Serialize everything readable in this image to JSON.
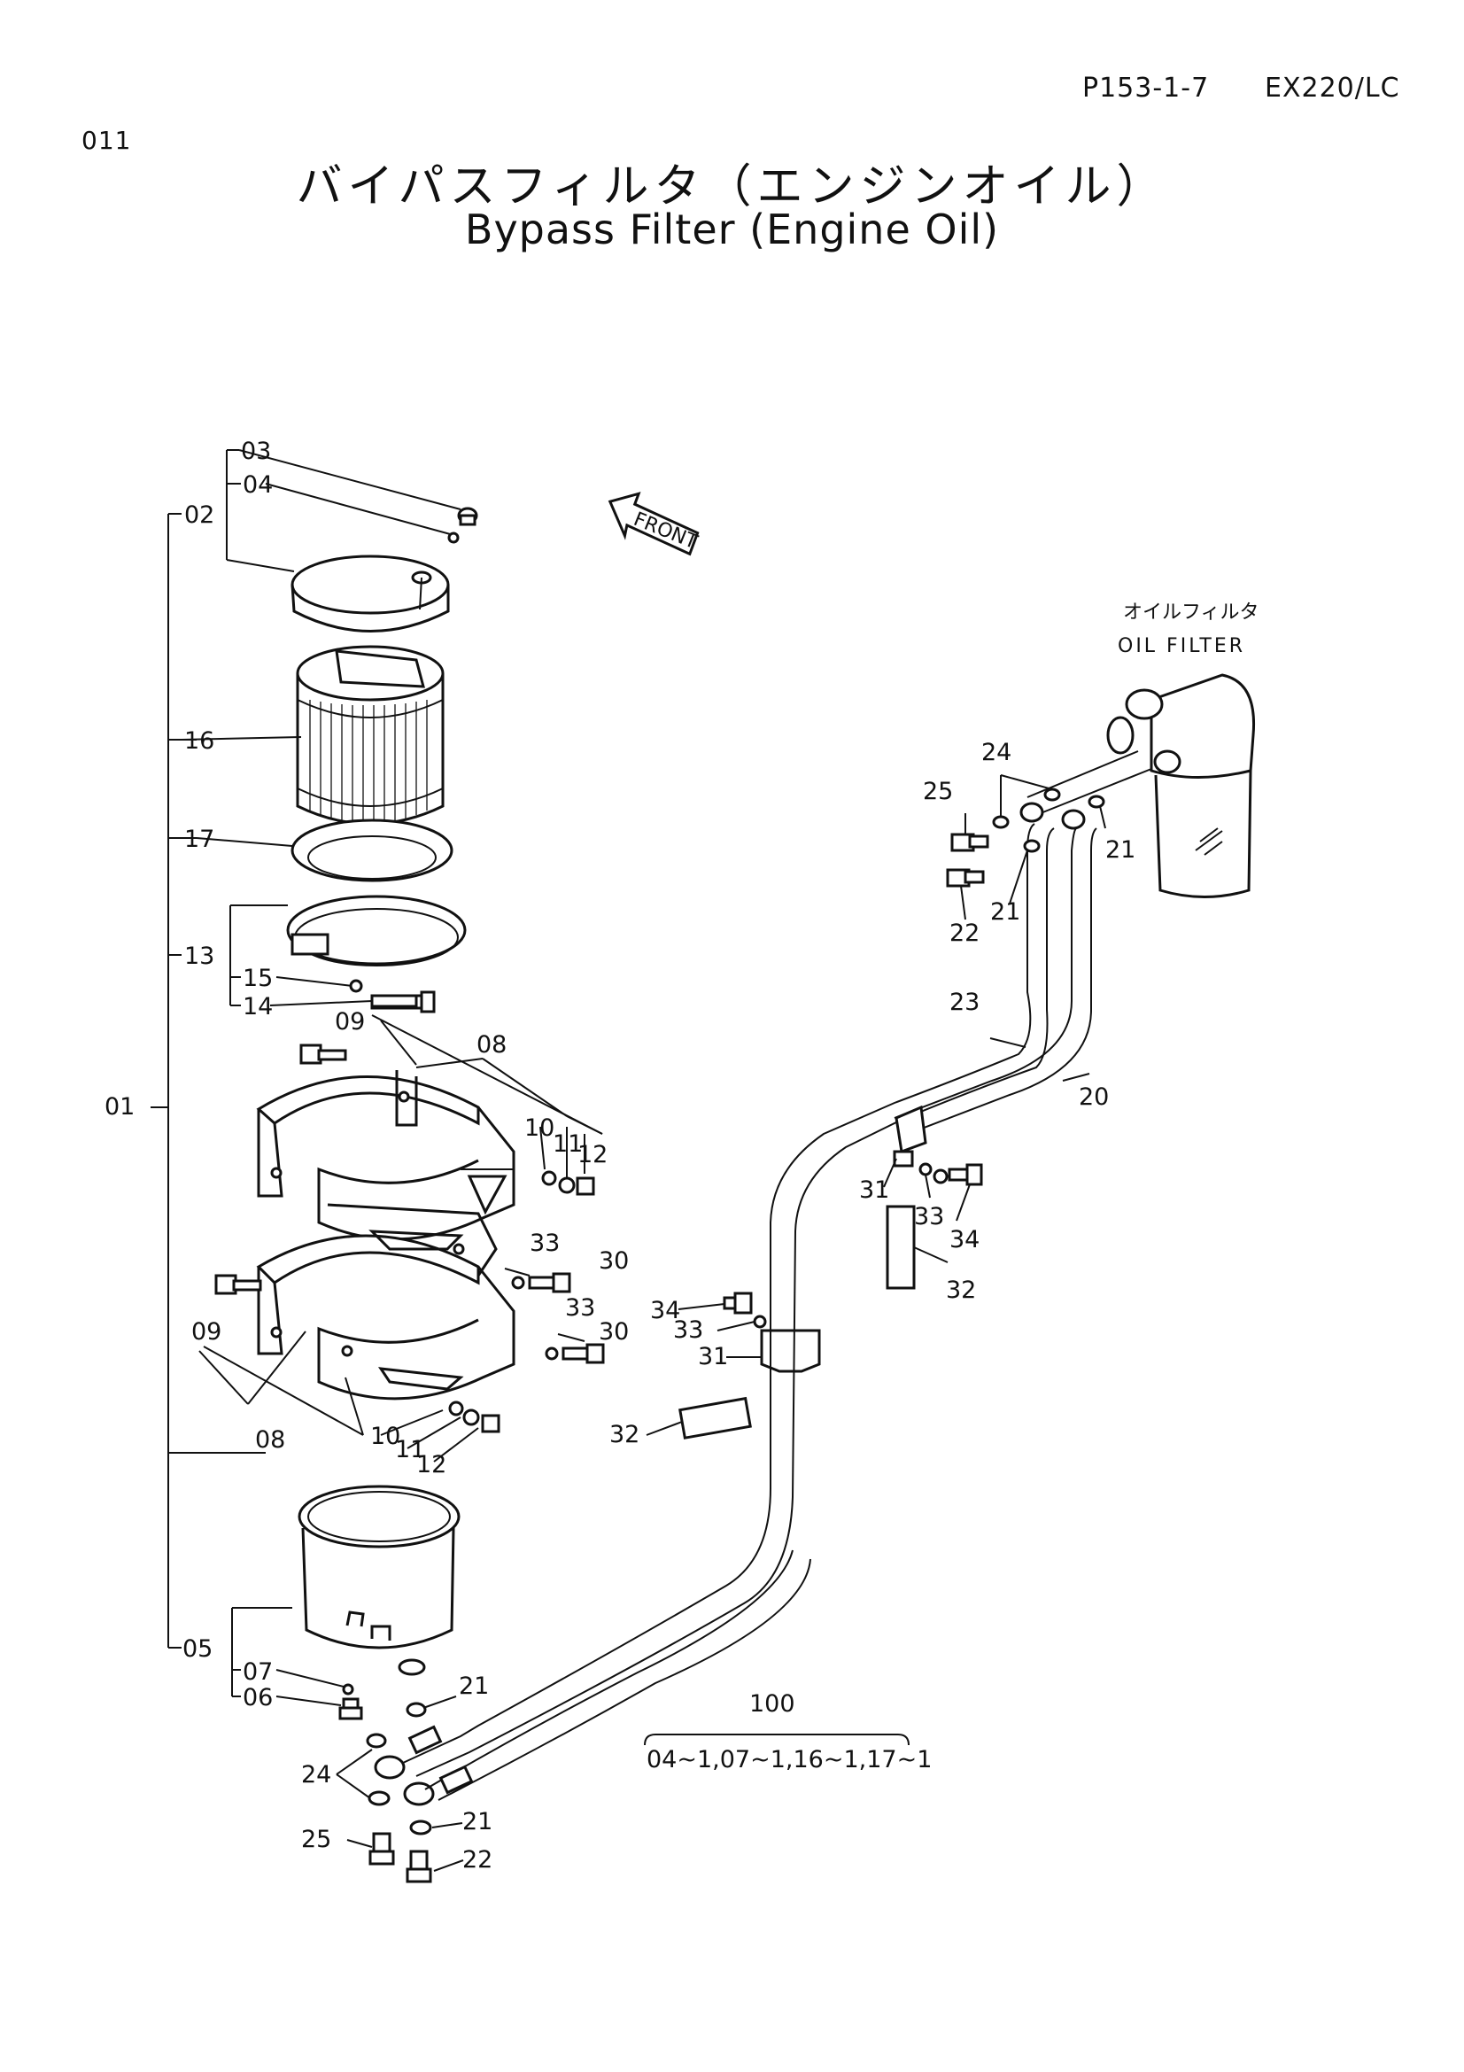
{
  "header": {
    "page_number": "011",
    "page_code": "P153-1-7",
    "model": "EX220/LC"
  },
  "title": {
    "japanese": "バイパスフィルタ（エンジンオイル）",
    "english": "Bypass Filter (Engine Oil)"
  },
  "front_arrow": "FRONT",
  "oil_filter": {
    "label_jp": "オイルフィルタ",
    "label_en": "OIL FILTER"
  },
  "kit": {
    "number": "100",
    "contents": "04~1,07~1,16~1,17~1"
  },
  "callouts": [
    "01",
    "02",
    "03",
    "04",
    "05",
    "06",
    "07",
    "08",
    "09",
    "10",
    "11",
    "12",
    "13",
    "14",
    "15",
    "16",
    "17",
    "20",
    "21",
    "22",
    "23",
    "24",
    "25",
    "30",
    "31",
    "32",
    "33",
    "34"
  ]
}
